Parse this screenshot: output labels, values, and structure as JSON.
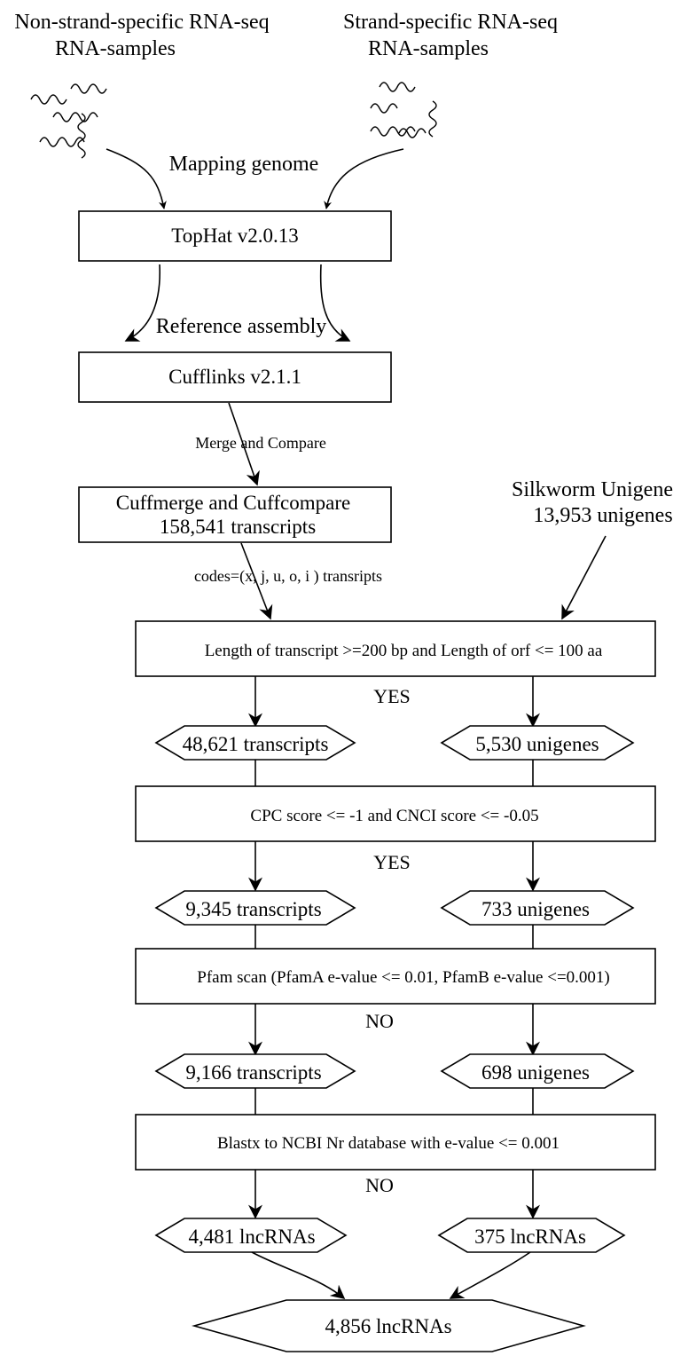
{
  "sources": {
    "left": {
      "line1": "Non-strand-specific RNA-seq",
      "line2": "RNA-samples"
    },
    "right": {
      "line1": "Strand-specific RNA-seq",
      "line2": "RNA-samples"
    },
    "unigene": {
      "line1": "Silkworm Unigene",
      "line2": "13,953 unigenes"
    }
  },
  "edge_labels": {
    "mapping": "Mapping genome",
    "reference": "Reference assembly",
    "merge": "Merge and Compare",
    "codes": "codes=(x, j, u, o, i ) transripts"
  },
  "boxes": {
    "tophat": "TopHat v2.0.13",
    "cufflinks": "Cufflinks v2.1.1",
    "cuffmerge": {
      "line1": "Cuffmerge and Cuffcompare",
      "line2": "158,541 transcripts"
    },
    "length_filter": "Length of transcript >=200 bp and Length of orf <= 100 aa",
    "cpc_filter": "CPC score <= -1 and CNCI score <= -0.05",
    "pfam_filter": "Pfam scan (PfamA e-value <= 0.01, PfamB e-value <=0.001)",
    "blastx_filter": "Blastx to NCBI Nr database with e-value <= 0.001"
  },
  "decisions": {
    "length": "YES",
    "cpc": "YES",
    "pfam": "NO",
    "blastx": "NO"
  },
  "results": {
    "left": [
      "48,621 transcripts",
      "9,345 transcripts",
      "9,166 transcripts",
      "4,481 lncRNAs"
    ],
    "right": [
      "5,530 unigenes",
      "733 unigenes",
      "698 unigenes",
      "375 lncRNAs"
    ],
    "final": "4,856 lncRNAs"
  }
}
